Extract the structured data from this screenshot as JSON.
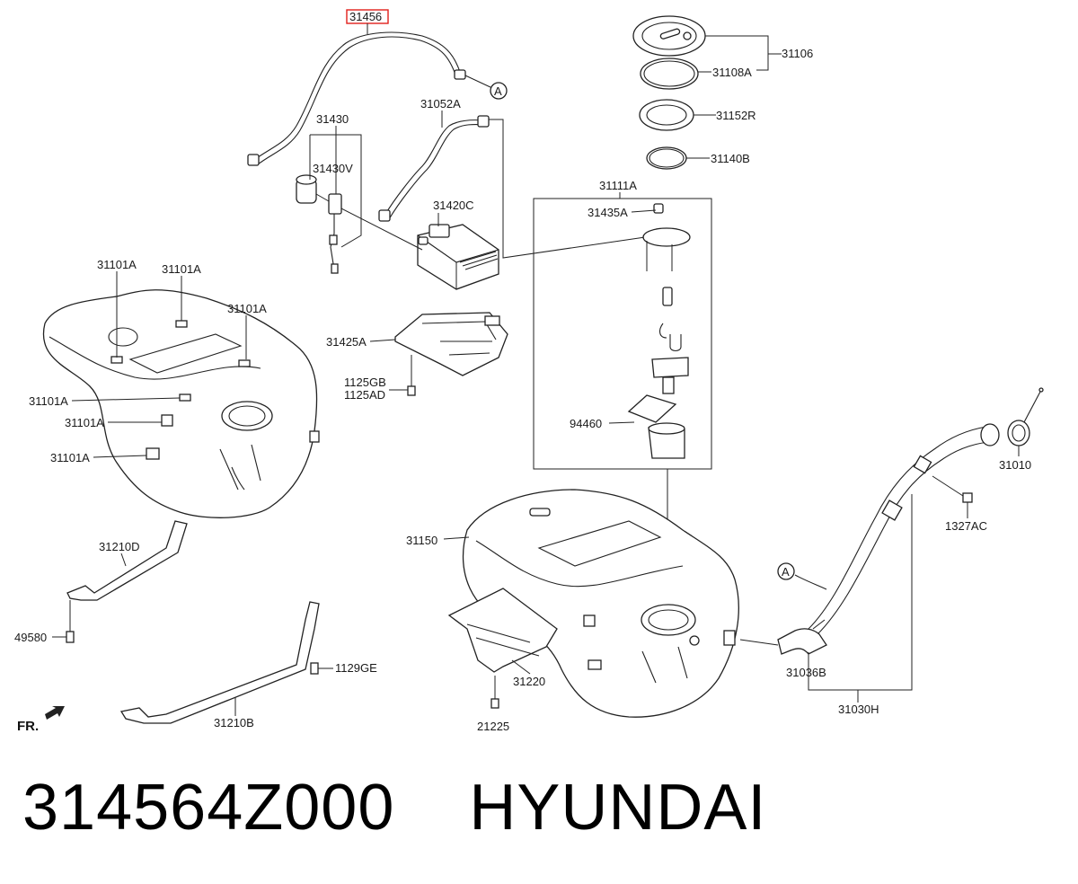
{
  "labels": {
    "l31456": "31456",
    "l31430": "31430",
    "l31430V": "31430V",
    "l31052A": "31052A",
    "l31420C": "31420C",
    "l31106": "31106",
    "l31108A": "31108A",
    "l31152R": "31152R",
    "l31140B": "31140B",
    "l31111A": "31111A",
    "l31435A": "31435A",
    "l94460": "94460",
    "l31101A_1": "31101A",
    "l31101A_2": "31101A",
    "l31101A_3": "31101A",
    "l31101A_4": "31101A",
    "l31101A_5": "31101A",
    "l31101A_6": "31101A",
    "l31425A": "31425A",
    "l1125GB": "1125GB",
    "l1125AD": "1125AD",
    "l31010": "31010",
    "l1327AC": "1327AC",
    "l31150": "31150",
    "l31210D": "31210D",
    "l49580": "49580",
    "l1129GE": "1129GE",
    "l31210B": "31210B",
    "l31220": "31220",
    "l21225": "21225",
    "l31036B": "31036B",
    "l31030H": "31030H",
    "markerA1": "A",
    "markerA2": "A",
    "fr": "FR."
  },
  "footer": {
    "part_number": "314564Z000",
    "brand": "HYUNDAI"
  },
  "colors": {
    "highlight": "#e0201b",
    "lines": "#222222"
  }
}
